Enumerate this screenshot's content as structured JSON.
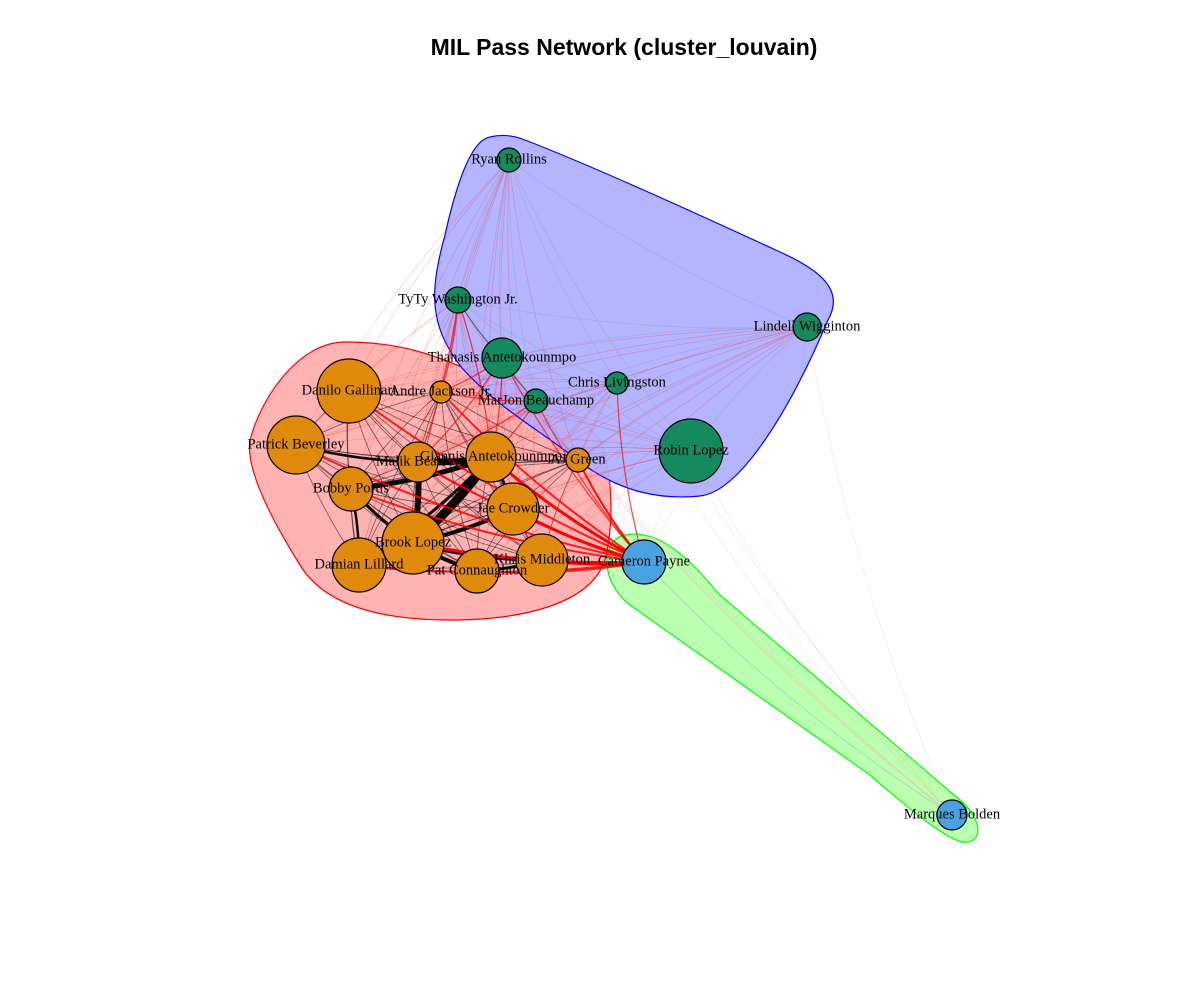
{
  "title": "MIL Pass Network (cluster_louvain)",
  "colors": {
    "orange": "#E08A0B",
    "green": "#148A5E",
    "blue": "#4AA3E0",
    "hull_red_fill": "#FFB3B3",
    "hull_red_stroke": "#FF0000",
    "hull_blue_fill": "#B0B0FF",
    "hull_blue_stroke": "#0000FF",
    "hull_green_fill": "#BBFFB0",
    "hull_green_stroke": "#00FF00"
  },
  "nodes": [
    {
      "id": "ryan_rollins",
      "label": "Ryan Rollins",
      "group": "green"
    },
    {
      "id": "tyty",
      "label": "TyTy Washington Jr.",
      "group": "green"
    },
    {
      "id": "lindell",
      "label": "Lindell Wigginton",
      "group": "green"
    },
    {
      "id": "thanasis",
      "label": "Thanasis Antetokounmpo",
      "group": "green"
    },
    {
      "id": "chris",
      "label": "Chris Livingston",
      "group": "green"
    },
    {
      "id": "marjon",
      "label": "MarJon Beauchamp",
      "group": "green"
    },
    {
      "id": "robin",
      "label": "Robin Lopez",
      "group": "green"
    },
    {
      "id": "danilo",
      "label": "Danilo Gallinari",
      "group": "orange"
    },
    {
      "id": "andre",
      "label": "Andre Jackson Jr.",
      "group": "orange"
    },
    {
      "id": "patrick",
      "label": "Patrick Beverley",
      "group": "orange"
    },
    {
      "id": "malik",
      "label": "Malik Beasley",
      "group": "orange"
    },
    {
      "id": "giannis",
      "label": "Giannis Antetokounmpo",
      "group": "orange"
    },
    {
      "id": "ajgreen",
      "label": "AJ Green",
      "group": "orange"
    },
    {
      "id": "bobby",
      "label": "Bobby Portis",
      "group": "orange"
    },
    {
      "id": "jae",
      "label": "Jae Crowder",
      "group": "orange"
    },
    {
      "id": "brook",
      "label": "Brook Lopez",
      "group": "orange"
    },
    {
      "id": "damian",
      "label": "Damian Lillard",
      "group": "orange"
    },
    {
      "id": "pat",
      "label": "Pat Connaughton",
      "group": "orange"
    },
    {
      "id": "khris",
      "label": "Khris Middleton",
      "group": "orange"
    },
    {
      "id": "cameron",
      "label": "Cameron Payne",
      "group": "blue"
    },
    {
      "id": "marques",
      "label": "Marques Bolden",
      "group": "blue"
    }
  ]
}
